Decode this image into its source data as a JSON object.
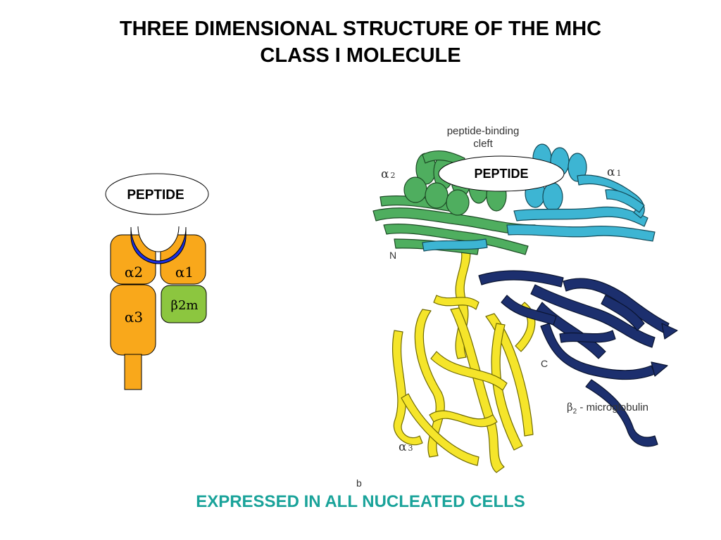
{
  "title": {
    "line1": "THREE DIMENSIONAL STRUCTURE OF THE MHC",
    "line2": "CLASS I MOLECULE"
  },
  "schematic": {
    "peptide_label": "PEPTIDE",
    "alpha1_label": "α1",
    "alpha2_label": "α2",
    "alpha3_label": "α3",
    "beta2m_label": "β2m",
    "colors": {
      "alpha_domains": "#f9a81b",
      "beta2m": "#8cc63f",
      "groove": "#1c2fe0"
    }
  },
  "ribbon": {
    "caption_cleft_line1": "peptide-binding",
    "caption_cleft_line2": "cleft",
    "peptide_label": "PEPTIDE",
    "alpha1_label": "α",
    "alpha1_sub": "1",
    "alpha2_label": "α",
    "alpha2_sub": "2",
    "alpha3_label": "α",
    "alpha3_sub": "3",
    "n_terminus": "N",
    "c_terminus": "C",
    "beta2_label": "β",
    "beta2_sub": "2",
    "beta2_suffix": " - microglobulin",
    "corner_mark": "b",
    "colors": {
      "alpha1": "#3db5d3",
      "alpha2": "#4fae5f",
      "alpha3": "#f5e52a",
      "beta2m": "#1c2f6e"
    }
  },
  "footer": "EXPRESSED IN ALL NUCLEATED CELLS"
}
